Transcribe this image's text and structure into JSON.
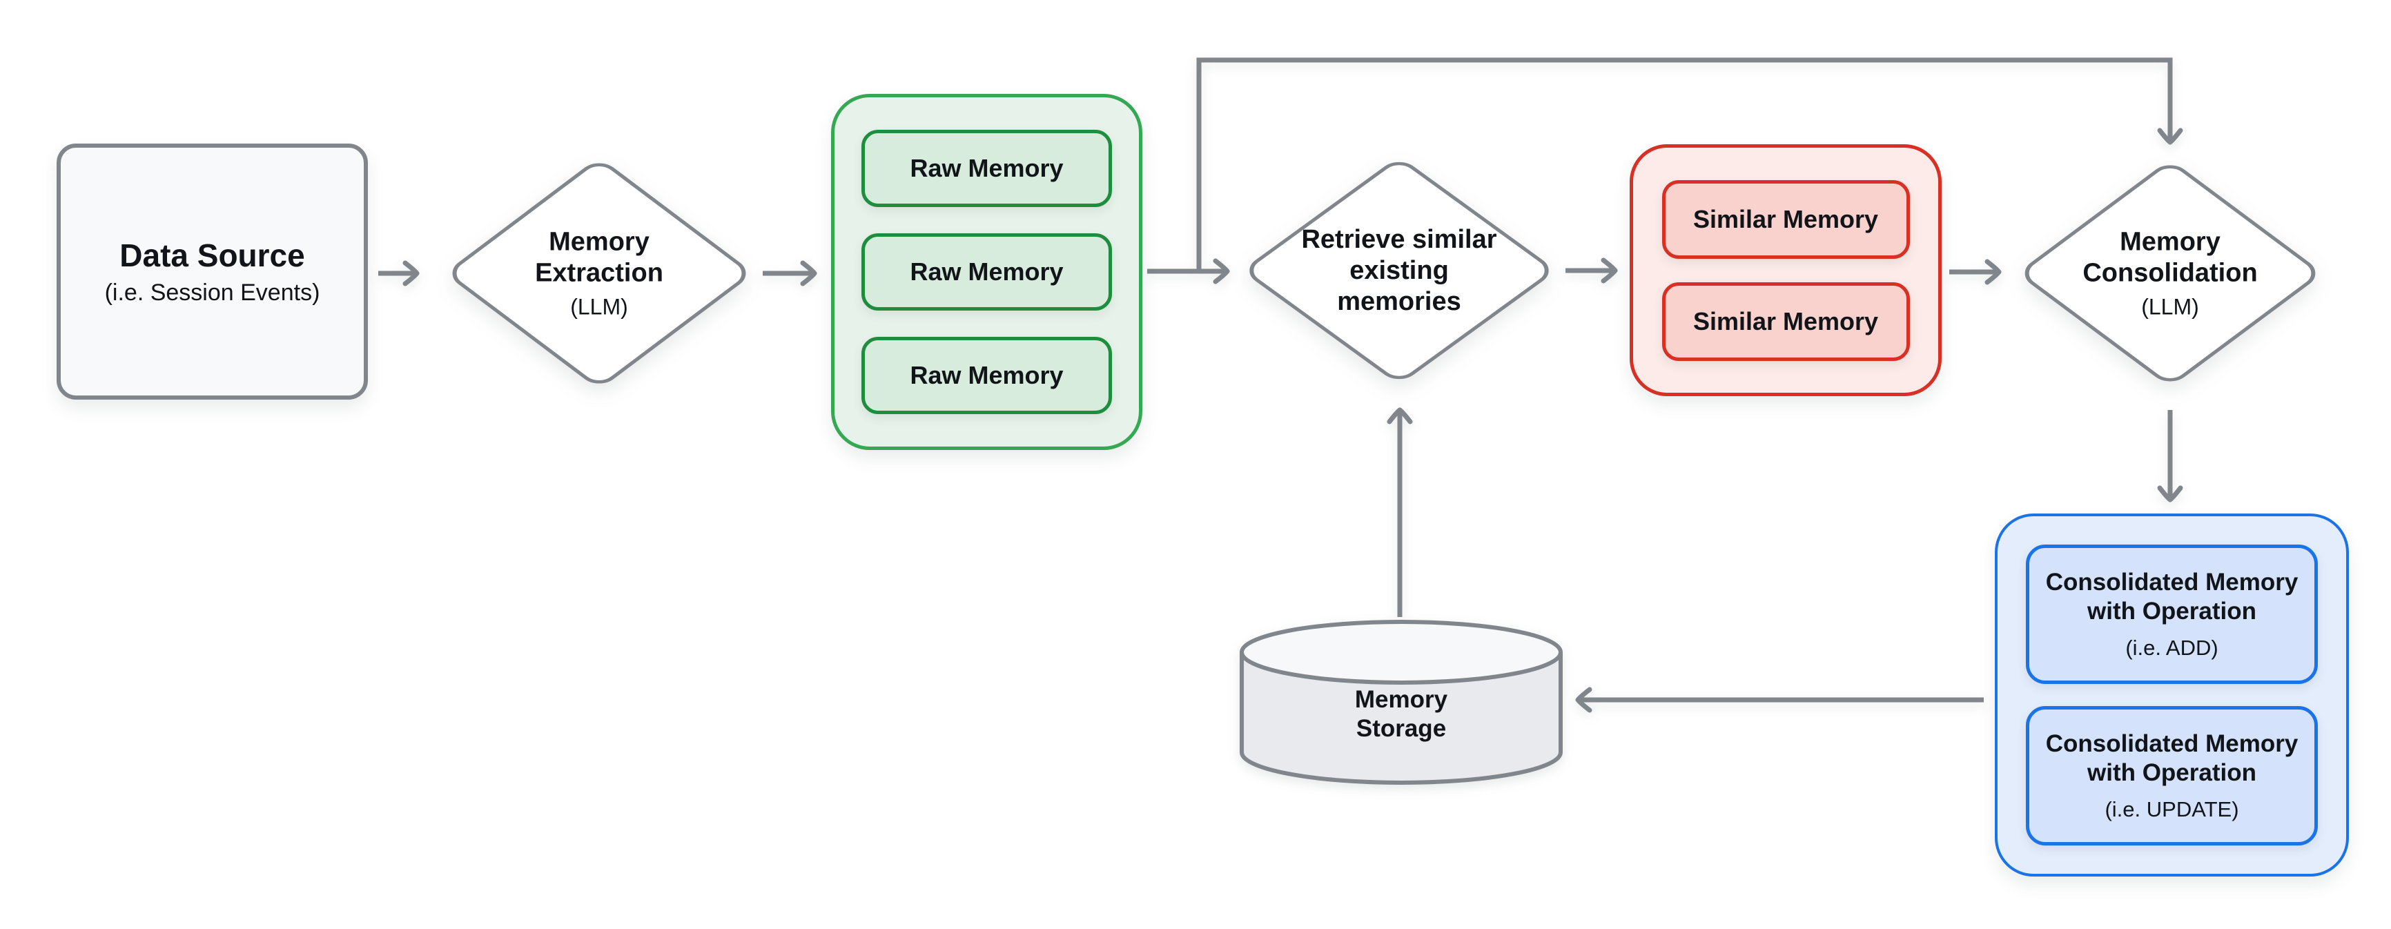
{
  "colors": {
    "canvas": "#ffffff",
    "ink": "#111418",
    "line": "#80868b",
    "neutral-fill": "#f8f9fa",
    "neutral-border": "#80868b",
    "green-fill": "#e7f3ea",
    "green-border": "#34a853",
    "green-chip-fill": "#d8ecdd",
    "green-chip-border": "#1e8e3e",
    "red-fill": "#fcebe9",
    "red-border": "#d93025",
    "red-chip-fill": "#f9d2ce",
    "red-chip-border": "#d93025",
    "blue-fill": "#e4edfc",
    "blue-border": "#1a73e8",
    "blue-chip-fill": "#d4e3fb",
    "blue-chip-border": "#1a73e8",
    "cylinder-fill": "#e8eaed",
    "cylinder-top-fill": "#f6f8f9"
  },
  "nodes": {
    "data_source": {
      "title": "Data Source",
      "subtitle": "(i.e. Session Events)"
    },
    "memory_extraction": {
      "title": "Memory Extraction",
      "subtitle": "(LLM)"
    },
    "raw_memory_group": {
      "items": [
        "Raw Memory",
        "Raw Memory",
        "Raw Memory"
      ]
    },
    "retrieve": {
      "lines": [
        "Retrieve similar",
        "existing",
        "memories"
      ]
    },
    "similar_memory_group": {
      "items": [
        "Similar Memory",
        "Similar Memory"
      ]
    },
    "memory_consolidation": {
      "title": "Memory Consolidation",
      "subtitle": "(LLM)"
    },
    "consolidated_group": {
      "items": [
        {
          "title": "Consolidated Memory with Operation",
          "subtitle": "(i.e. ADD)"
        },
        {
          "title": "Consolidated Memory with Operation",
          "subtitle": "(i.e. UPDATE)"
        }
      ]
    },
    "memory_storage": {
      "title": "Memory Storage"
    }
  }
}
